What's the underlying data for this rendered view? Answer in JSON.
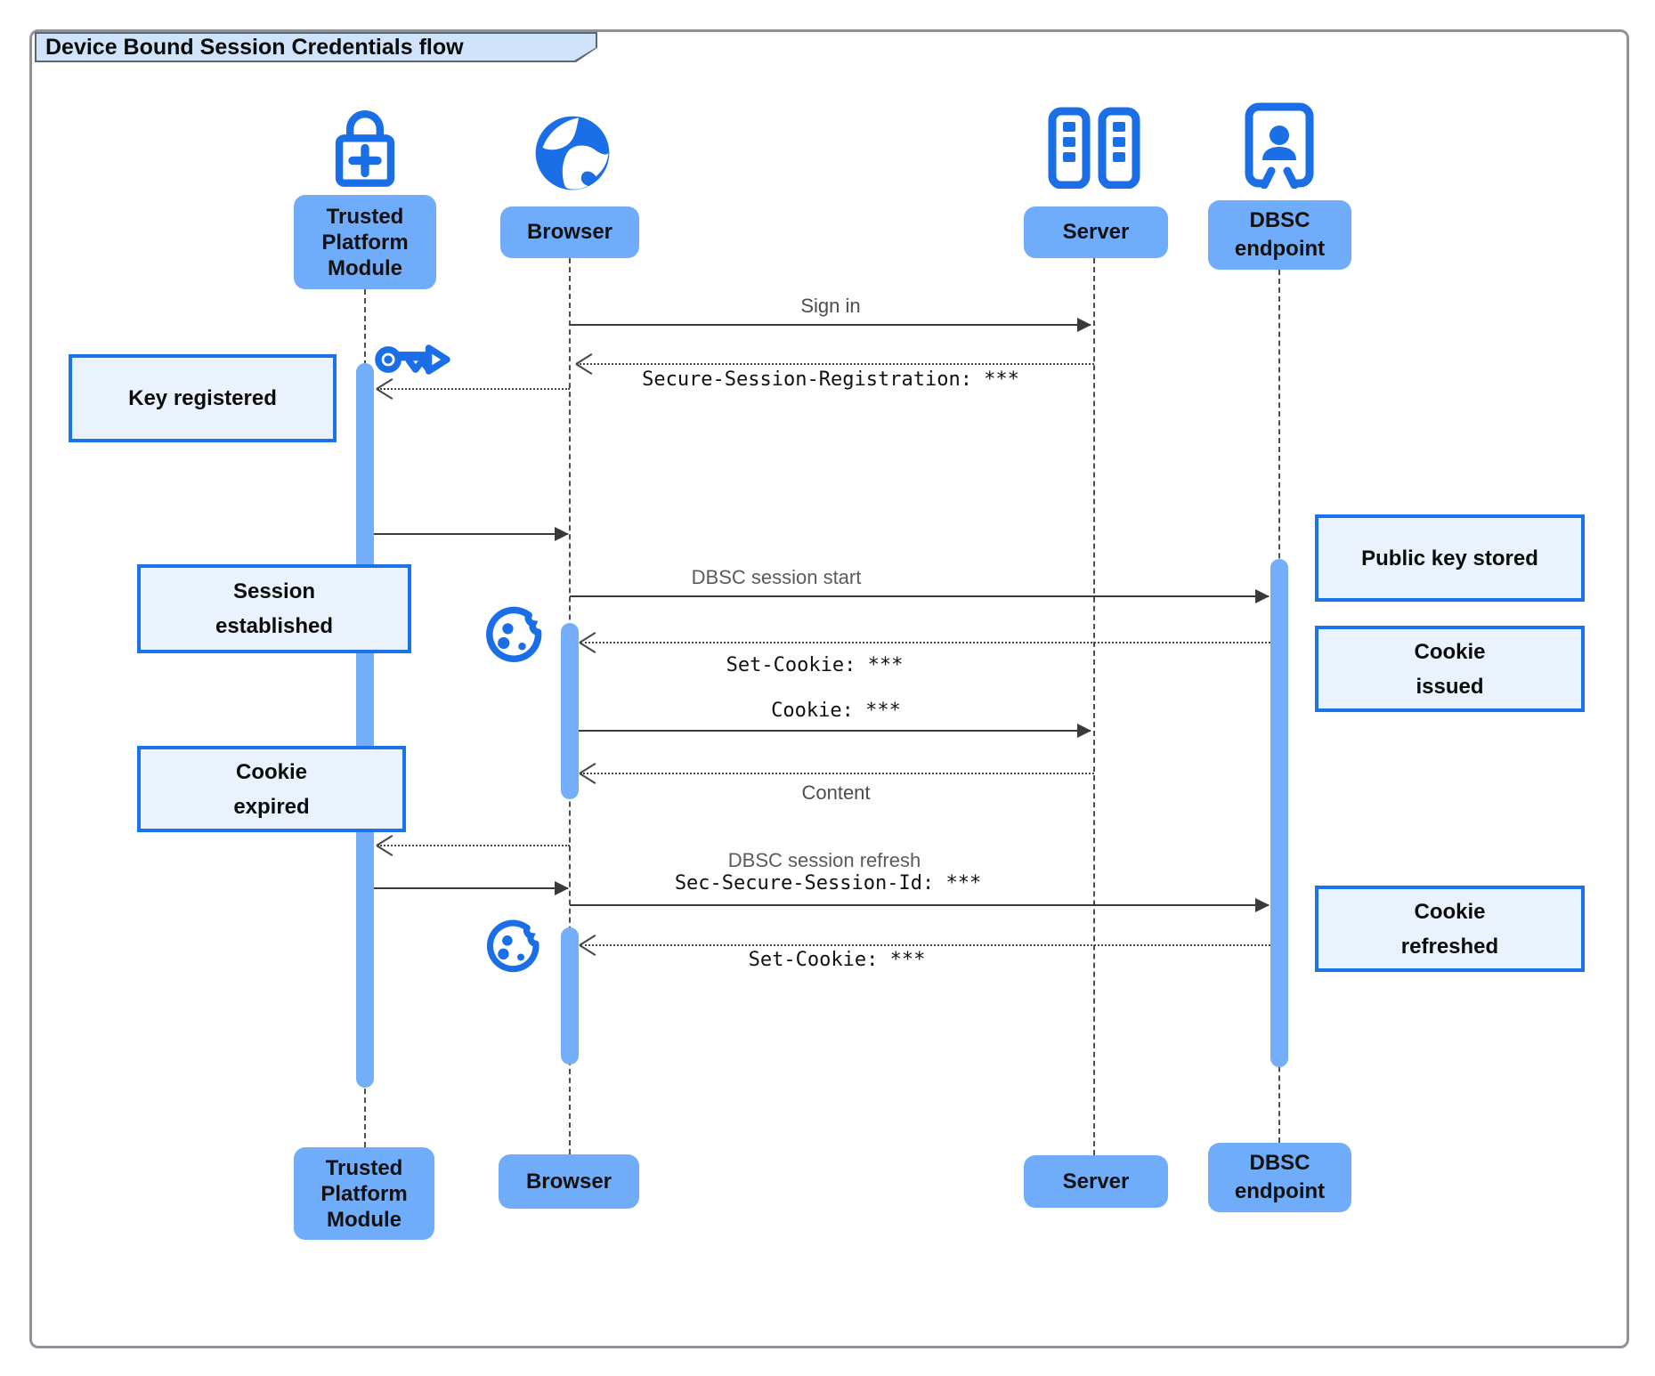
{
  "title": "Device Bound Session Credentials flow",
  "colors": {
    "icon_blue": "#1b6fe6",
    "participant_label_fill": "#6facf9",
    "activation_bar_fill": "#74adf8",
    "note_border": "#1a73e8",
    "note_fill": "#eaf2fd",
    "title_tab_fill": "#cfe3fb",
    "line_color": "#3a3a3a"
  },
  "participants": {
    "tpm": {
      "lines": [
        "Trusted",
        "Platform",
        "Module"
      ],
      "icon": "lock-plus-icon"
    },
    "browser": {
      "label": "Browser",
      "icon": "globe-icon"
    },
    "server": {
      "label": "Server",
      "icon": "server-racks-icon"
    },
    "dbsc": {
      "lines": [
        "DBSC",
        "endpoint"
      ],
      "icon": "door-person-icon"
    }
  },
  "messages": {
    "sign_in": {
      "label": "Sign in"
    },
    "secure_session_registration": {
      "label": "Secure-Session-Registration: ***"
    },
    "dbsc_session_start": {
      "label": "DBSC session start"
    },
    "set_cookie_1": {
      "label": "Set-Cookie: ***"
    },
    "cookie": {
      "label": "Cookie: ***"
    },
    "content": {
      "label": "Content"
    },
    "dbsc_session_refresh": {
      "label": "DBSC session refresh"
    },
    "sec_secure_session_id": {
      "label": "Sec-Secure-Session-Id: ***"
    },
    "set_cookie_2": {
      "label": "Set-Cookie: ***"
    }
  },
  "notes": {
    "key_registered": {
      "lines": [
        "Key registered"
      ]
    },
    "session_established": {
      "lines": [
        "Session",
        "established"
      ]
    },
    "cookie_expired": {
      "lines": [
        "Cookie",
        "expired"
      ]
    },
    "public_key_stored": {
      "lines": [
        "Public key stored"
      ]
    },
    "cookie_issued": {
      "lines": [
        "Cookie",
        "issued"
      ]
    },
    "cookie_refreshed": {
      "lines": [
        "Cookie",
        "refreshed"
      ]
    }
  }
}
